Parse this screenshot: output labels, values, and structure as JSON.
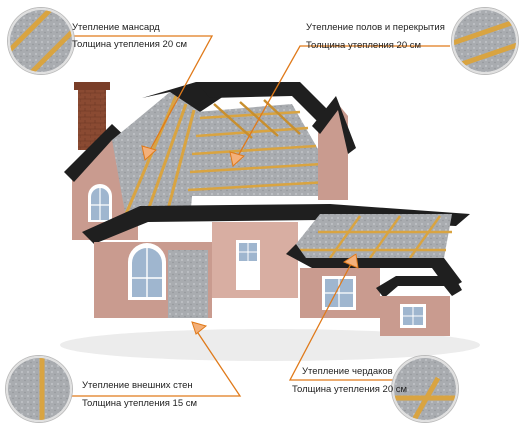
{
  "labels": {
    "attic_title": "Утепление мансард",
    "attic_thickness": "Толщина утепления 20 см",
    "floors_title": "Утепление полов и перекрытия",
    "floors_thickness": "Толщина утепления 20 см",
    "walls_title": "Утепление внешних стен",
    "walls_thickness": "Толщина утепления 15 см",
    "loft_title": "Утепление чердаков",
    "loft_thickness": "Толщина утепления 20 см"
  },
  "colors": {
    "line": "#e07a1a",
    "wall": "#c99b8f",
    "roof": "#1f1f1f",
    "insulation": "#a9acb0",
    "timber": "#d9a441",
    "chimney": "#8a4a32",
    "window": "#ffffff",
    "glass": "#9fb6cf"
  },
  "icons": {
    "arrow": "arrow-icon",
    "detail": "insulation-detail-icon"
  }
}
